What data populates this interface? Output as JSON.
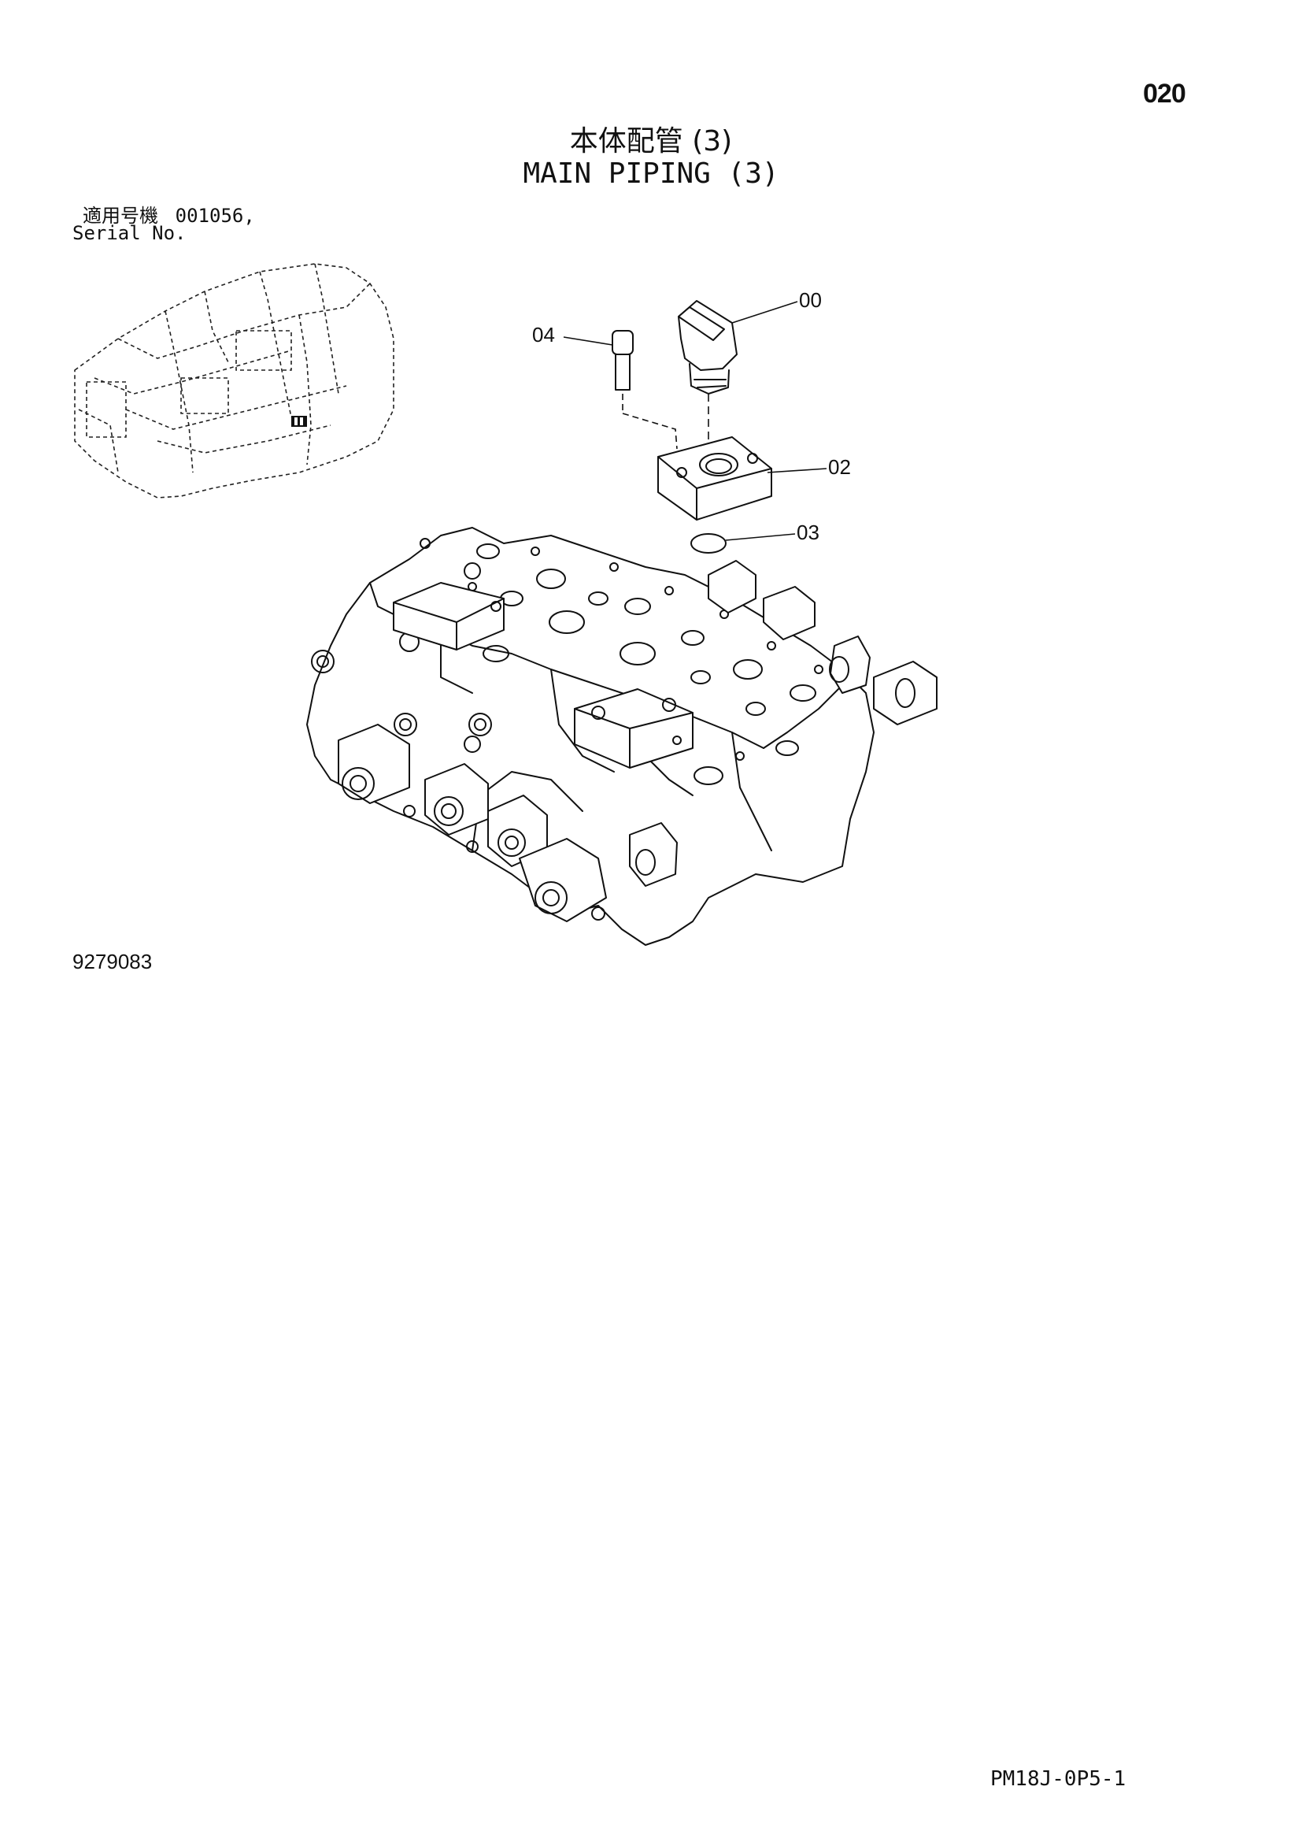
{
  "page": {
    "page_number": "020",
    "title_japanese": "本体配管 (3)",
    "title_english": "MAIN PIPING (3)",
    "serial_label_japanese": "適用号機",
    "serial_value": "001056,",
    "serial_label_english": "Serial No.",
    "figure_number": "9279083",
    "document_code": "PM18J-0P5-1"
  },
  "callouts": [
    {
      "id": "00",
      "label": "00",
      "part": "elbow-fitting"
    },
    {
      "id": "02",
      "label": "02",
      "part": "flange"
    },
    {
      "id": "03",
      "label": "03",
      "part": "o-ring"
    },
    {
      "id": "04",
      "label": "04",
      "part": "socket-head-bolt"
    }
  ],
  "colors": {
    "ink": "#111111",
    "paper": "#ffffff"
  }
}
